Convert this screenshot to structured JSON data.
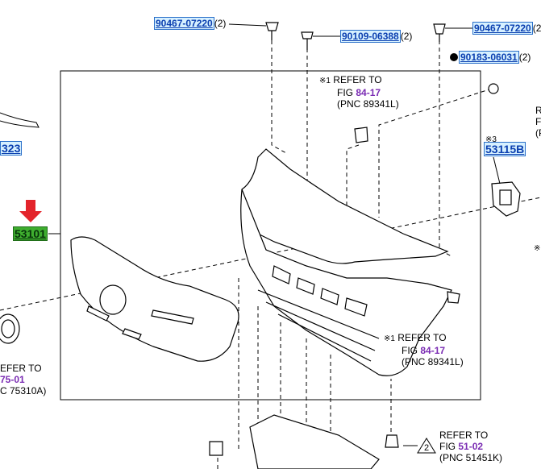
{
  "colors": {
    "link_bg": "#d6f0ff",
    "link_text": "#0b3fb0",
    "highlight": "#3fae2f",
    "arrow": "#e3242b",
    "fig_text": "#7a2bb3"
  },
  "parts": {
    "p1": {
      "code": "90467-07220",
      "qty": "(2)"
    },
    "p2": {
      "code": "90109-06388",
      "qty": "(2)"
    },
    "p3": {
      "code": "90467-07220",
      "qty": "(2"
    },
    "p4": {
      "code": "90183-06031",
      "qty": "(2)"
    },
    "p5": {
      "code": "53115B"
    },
    "p6": {
      "code": "53101"
    },
    "p7": {
      "code": "323"
    }
  },
  "notes": {
    "n1": {
      "mark": "※1",
      "refer": "REFER TO",
      "fig_prefix": "FIG",
      "fig": "84-17",
      "pnc": "(PNC 89341L)"
    },
    "n2": {
      "mark": "※1",
      "refer": "REFER TO",
      "fig_prefix": "FIG",
      "fig": "84-17",
      "pnc": "(PNC 89341L)"
    },
    "n3": {
      "refer": "REFER TO",
      "fig_prefix": "FIG",
      "fig": "51-02",
      "pnc": "(PNC 51451K)",
      "badge": "2"
    },
    "n4": {
      "refer": "EFER TO",
      "fig": "75-01",
      "pnc": "C 75310A)"
    },
    "n5": {
      "mark": "※3"
    },
    "n6": {
      "line1": "R",
      "line2": "F",
      "line3": "(P"
    },
    "n7": {
      "mark": "※"
    }
  }
}
